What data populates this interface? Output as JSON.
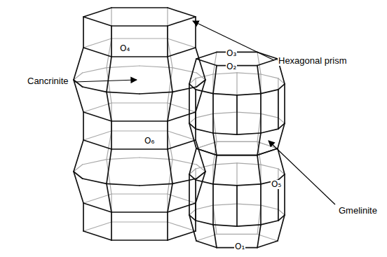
{
  "diagram": {
    "labels": [
      "Hexagonal prism",
      "O₄",
      "Cancrinite",
      "O₃",
      "O₂",
      "O₆",
      "Gmelinite",
      "O₅",
      "O₁"
    ]
  }
}
